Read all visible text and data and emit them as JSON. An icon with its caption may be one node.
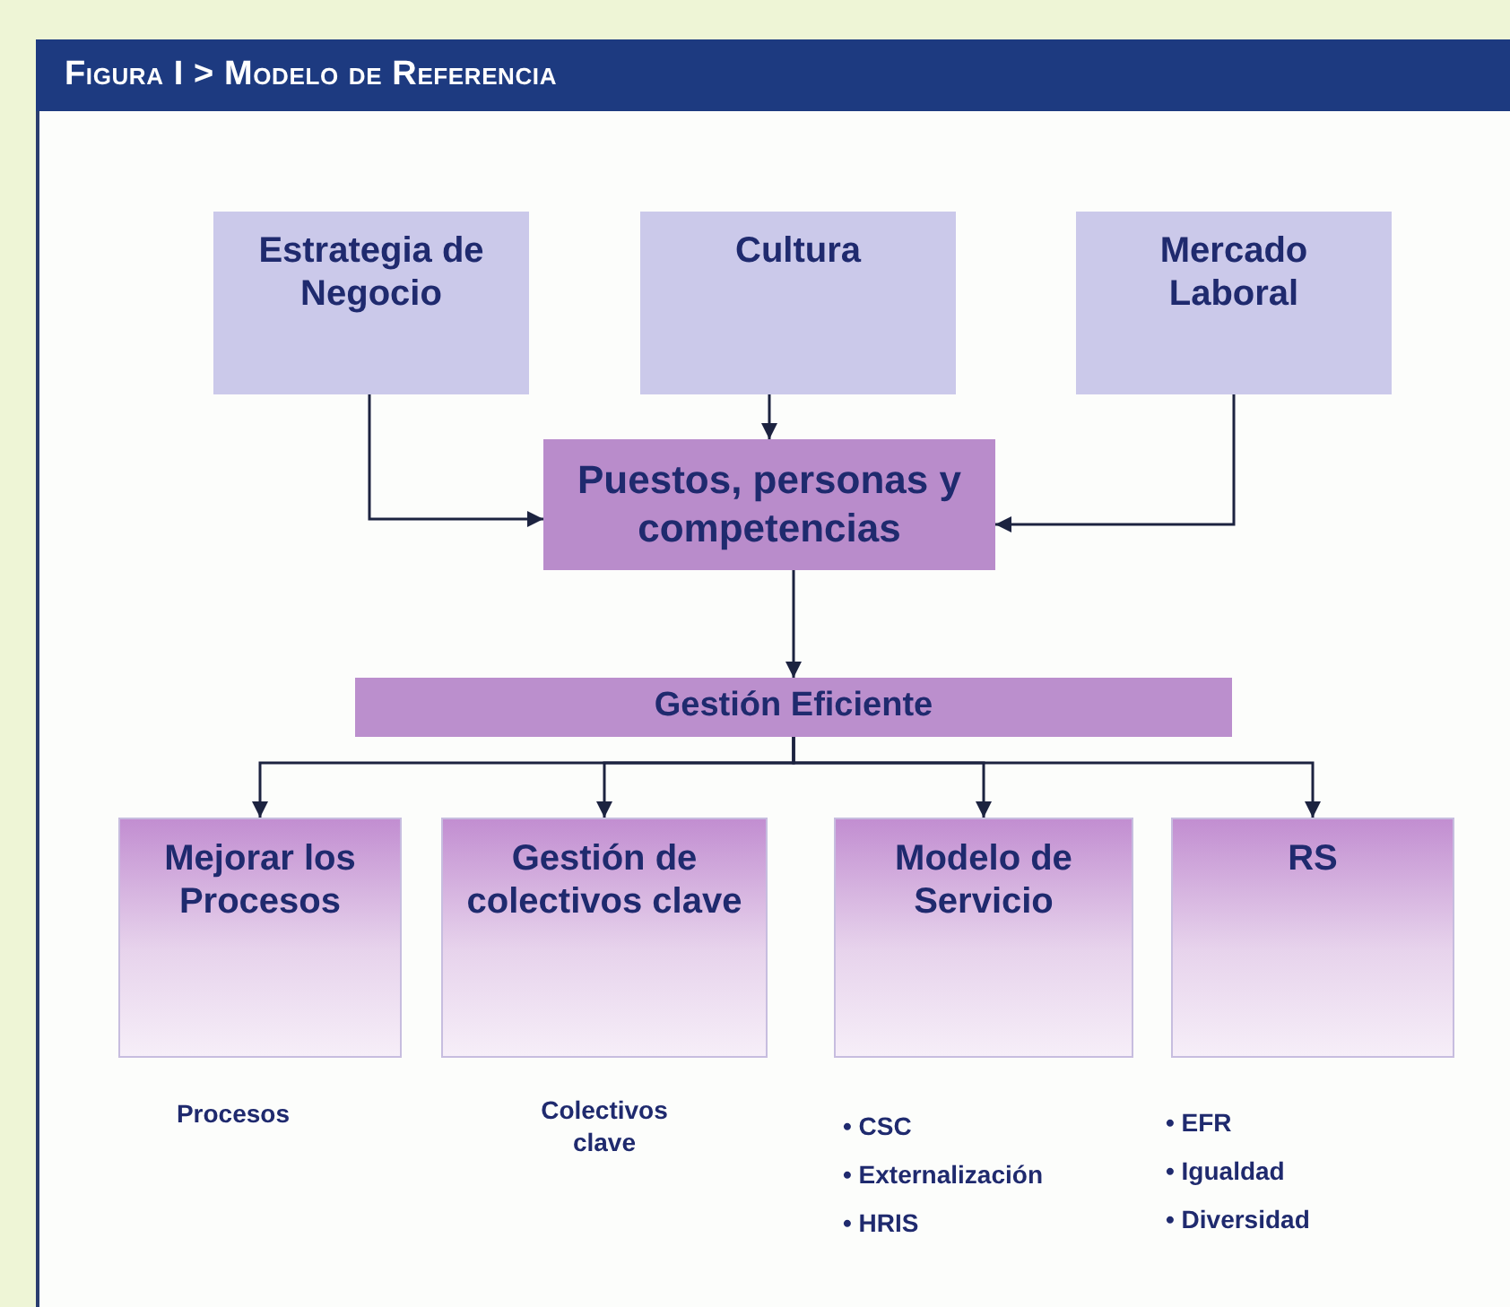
{
  "diagram": {
    "title": "Figura I > Modelo de Referencia",
    "nodes": [
      {
        "text": [
          "Estrategia de Negocio"
        ]
      },
      {
        "text": [
          "Cultura"
        ]
      },
      {
        "text": [
          "Mercado Laboral"
        ]
      },
      {
        "text": [
          "Puestos, personas y competencias"
        ]
      },
      {
        "text": [
          "Gestión Eficiente"
        ]
      },
      {
        "text": [
          "Mejorar los Procesos"
        ],
        "beside": [
          "Procesos"
        ]
      },
      {
        "text": [
          "Gestión de colectivos clave"
        ],
        "beside": [
          "Colectivos clave"
        ]
      },
      {
        "text": [
          "Modelo de Servicio"
        ],
        "beside": [
          "• CSC",
          "• Externalización",
          "• HRIS"
        ]
      },
      {
        "text": [
          "RS"
        ],
        "beside": [
          "• EFR",
          "• Igualdad",
          "• Diversidad"
        ]
      }
    ],
    "edges": [
      {
        "from": 0,
        "to": 3,
        "arrow": "to"
      },
      {
        "from": 1,
        "to": 3,
        "arrow": "to"
      },
      {
        "from": 2,
        "to": 3,
        "arrow": "to"
      },
      {
        "from": 3,
        "to": 4,
        "arrow": "to"
      },
      {
        "from": 4,
        "to": 5,
        "arrow": "to"
      },
      {
        "from": 4,
        "to": 6,
        "arrow": "to"
      },
      {
        "from": 4,
        "to": 7,
        "arrow": "to"
      },
      {
        "from": 4,
        "to": 8,
        "arrow": "to"
      }
    ]
  }
}
